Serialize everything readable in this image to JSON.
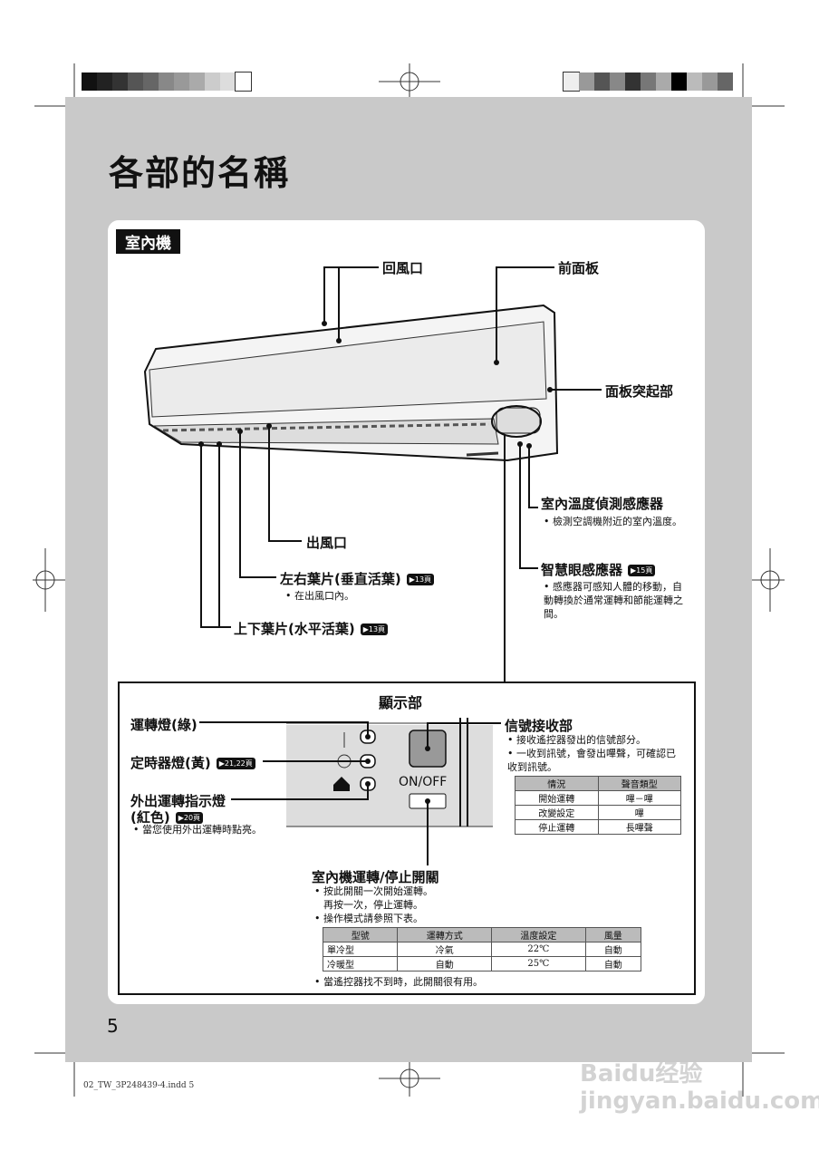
{
  "page_title": "各部的名稱",
  "section_label": "室內機",
  "callouts": {
    "return_air": "回風口",
    "front_panel": "前面板",
    "panel_protrusion": "面板突起部",
    "temp_sensor": {
      "label": "室內溫度偵測感應器",
      "note": "• 檢測空調機附近的室內溫度。"
    },
    "smart_eye": {
      "label": "智慧眼感應器",
      "badge": "▶15頁",
      "note": "• 感應器可感知人體的移動，自動轉換於通常運轉和節能運轉之間。"
    },
    "outlet": "出風口",
    "lr_louver": {
      "label": "左右葉片(垂直活葉)",
      "badge": "▶13頁",
      "note": "• 在出風口內。"
    },
    "ud_flap": {
      "label": "上下葉片(水平活葉)",
      "badge": "▶13頁"
    }
  },
  "display": {
    "title": "顯示部",
    "operation_lamp": "運轉燈(綠)",
    "timer_lamp": {
      "label": "定時器燈(黃)",
      "badge": "▶21,22頁"
    },
    "away_lamp": {
      "label": "外出運轉指示燈",
      "label2": "(紅色)",
      "badge": "▶20頁",
      "note": "• 當您使用外出運轉時點亮。"
    },
    "onoff_text": "ON/OFF",
    "receiver": {
      "label": "信號接收部",
      "notes": [
        "• 接收遙控器發出的信號部分。",
        "• 一收到訊號，會發出嗶聲，可確認已收到訊號。"
      ]
    },
    "beep_table": {
      "headers": [
        "情況",
        "聲音類型"
      ],
      "rows": [
        [
          "開始運轉",
          "嗶－嗶"
        ],
        [
          "改變設定",
          "嗶"
        ],
        [
          "停止運轉",
          "長嗶聲"
        ]
      ]
    },
    "switch": {
      "label": "室內機運轉/停止開關",
      "notes": [
        "• 按此開關一次開始運轉。",
        "再按一次，停止運轉。",
        "• 操作模式請參照下表。"
      ],
      "last_note": "• 當遙控器找不到時，此開關很有用。"
    },
    "mode_table": {
      "headers": [
        "型號",
        "運轉方式",
        "溫度設定",
        "風量"
      ],
      "rows": [
        [
          "單冷型",
          "冷氣",
          "22℃",
          "自動"
        ],
        [
          "冷暖型",
          "自動",
          "25℃",
          "自動"
        ]
      ]
    }
  },
  "page_number": "5",
  "footer_left": "02_TW_3P248439-4.indd  5",
  "watermark": "Baidu经验 jingyan.baidu.com"
}
